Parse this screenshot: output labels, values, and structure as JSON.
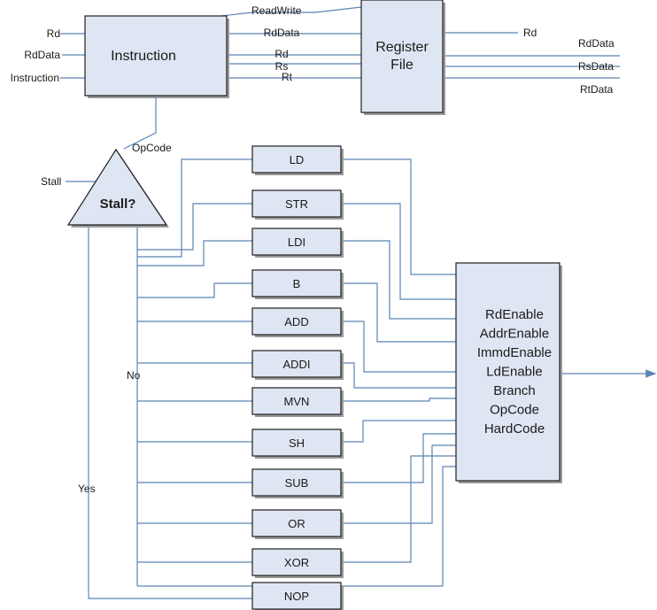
{
  "instruction_block": {
    "label": "Instruction",
    "inputs": [
      "Rd",
      "RdData",
      "Instruction"
    ],
    "outputs": [
      "RdData",
      "Rd",
      "Rs",
      "Rt"
    ]
  },
  "register_file": {
    "label_line1": "Register",
    "label_line2": "File",
    "input_readwrite": "ReadWrite",
    "outputs": [
      "Rd",
      "RdData",
      "RsData",
      "RtData"
    ]
  },
  "opcode_label": "OpCode",
  "stall_block": {
    "label": "Stall?",
    "input": "Stall",
    "no_label": "No",
    "yes_label": "Yes"
  },
  "opcodes": [
    "LD",
    "STR",
    "LDI",
    "B",
    "ADD",
    "ADDI",
    "MVN",
    "SH",
    "SUB",
    "OR",
    "XOR",
    "NOP"
  ],
  "control_signals": [
    "RdEnable",
    "AddrEnable",
    "ImmdEnable",
    "LdEnable",
    "Branch",
    "OpCode",
    "HardCode"
  ],
  "colors": {
    "wire": "#5b85b5",
    "box_fill": "#dfe6f3",
    "box_stroke": "#1f1f1f",
    "shadow": "#9a9a9a"
  }
}
